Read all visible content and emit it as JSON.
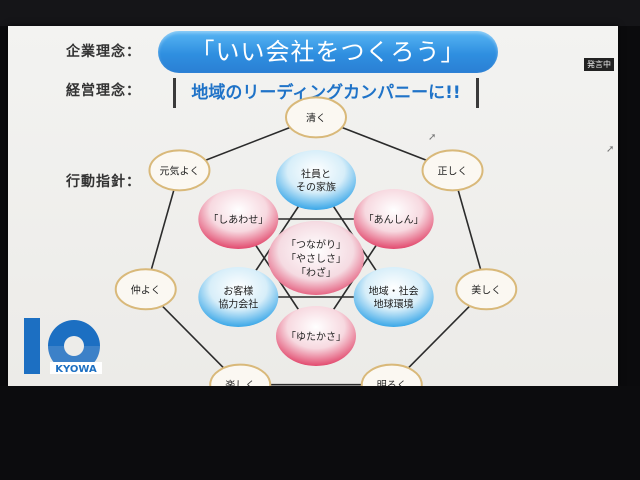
{
  "header": {
    "corporate_philosophy_label": "企業理念：",
    "corporate_philosophy": "「いい会社をつくろう」",
    "management_philosophy_label": "経営理念：",
    "management_philosophy": "地域のリーディングカンパニーに!!",
    "action_guidelines_label": "行動指針："
  },
  "status_badge": "発言中",
  "diagram": {
    "outer_nodes": [
      "清く",
      "正しく",
      "美しく",
      "明るく",
      "楽しく",
      "仲よく",
      "元気よく"
    ],
    "center": [
      "「つながり」",
      "「やさしさ」",
      "「わざ」"
    ],
    "inner_nodes": [
      {
        "lines": [
          "社員と",
          "その家族"
        ],
        "color": "blue"
      },
      {
        "lines": [
          "「あんしん」"
        ],
        "color": "pink"
      },
      {
        "lines": [
          "地域・社会",
          "地球環境"
        ],
        "color": "blue"
      },
      {
        "lines": [
          "「ゆたかさ」"
        ],
        "color": "pink"
      },
      {
        "lines": [
          "お客様",
          "協力会社"
        ],
        "color": "blue"
      },
      {
        "lines": [
          "「しあわせ」"
        ],
        "color": "pink"
      }
    ]
  },
  "logo": {
    "text": "KYOWA",
    "color": "#1c6fc2"
  },
  "colors": {
    "accent_blue": "#2f8fe0",
    "pink": "#e24a6e",
    "circle_blue": "#3aa7e8",
    "outer_circle_border": "#d9b97a"
  },
  "icons": [
    "cursor-icon"
  ]
}
